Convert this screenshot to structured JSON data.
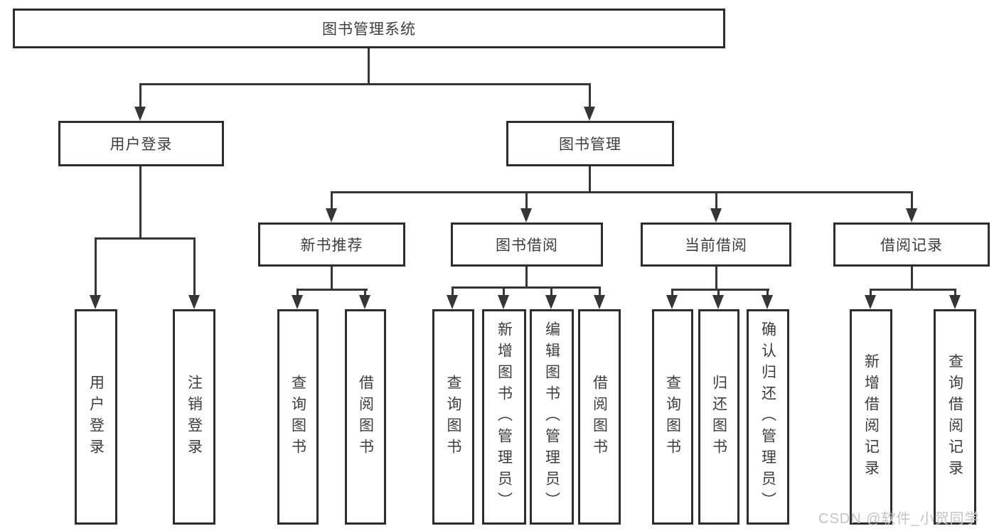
{
  "diagram": {
    "type": "hierarchy-tree",
    "title": "图书管理系统",
    "nodes": {
      "root": "图书管理系统",
      "userLogin": "用户登录",
      "bookMgmt": "图书管理",
      "userLoginLeaf": "用户登录",
      "logoutLeaf": "注销登录",
      "newBookRec": "新书推荐",
      "bookBorrow": "图书借阅",
      "currentBorrow": "当前借阅",
      "borrowRecord": "借阅记录",
      "nbQueryBook": "查询图书",
      "nbBorrowBook": "借阅图书",
      "bbQueryBook": "查询图书",
      "bbAddBookAdmin": "新增图书（管理员）",
      "bbEditBookAdmin": "编辑图书（管理员）",
      "bbBorrowBook": "借阅图书",
      "cbQueryBook": "查询图书",
      "cbReturnBook": "归还图书",
      "cbConfirmReturnAdmin": "确认归还（管理员）",
      "brAddRecord": "新增借阅记录",
      "brQueryRecord": "查询借阅记录"
    },
    "watermark": "CSDN @软件_小贺同学"
  },
  "colors": {
    "line": "#363636",
    "border": "#2d2d2d",
    "text": "#3d3d3d",
    "watermark": "#c3c3c3",
    "bg": "#ffffff"
  }
}
